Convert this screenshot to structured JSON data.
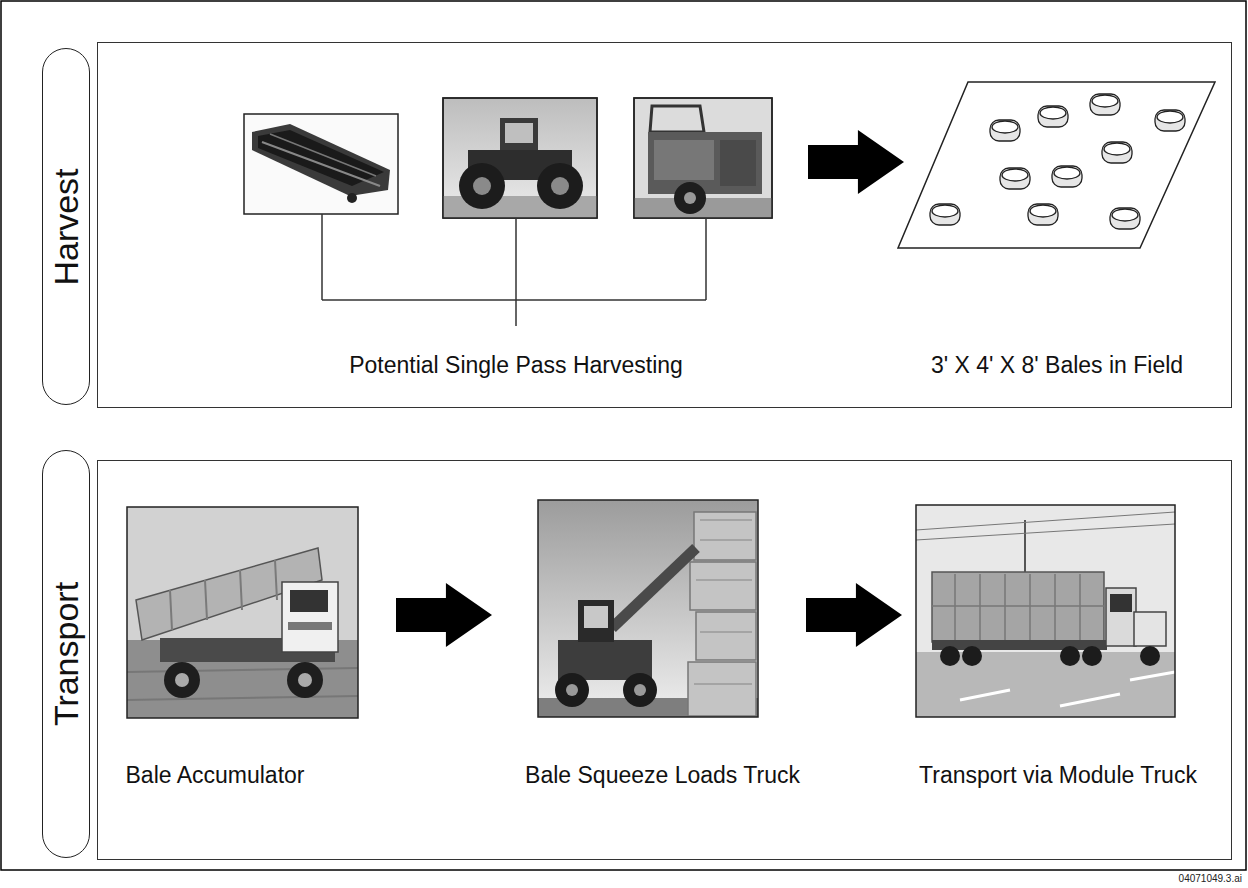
{
  "diagram": {
    "nodes": [
      {
        "text": [
          "Harvest"
        ]
      },
      {
        "text": [
          "Potential Single Pass Harvesting"
        ],
        "in": 0
      },
      {
        "text": [
          "3' X 4' X 8' Bales in Field"
        ],
        "in": 0
      },
      {
        "text": [
          "Transport"
        ]
      },
      {
        "text": [
          "Bale Accumulator"
        ],
        "in": 3
      },
      {
        "text": [
          "Bale Squeeze Loads Truck"
        ],
        "in": 3
      },
      {
        "text": [
          "Transport via Module Truck"
        ],
        "in": 3
      }
    ],
    "edges": [
      {
        "from": 1,
        "to": 2,
        "arrow": "to"
      },
      {
        "from": 4,
        "to": 5,
        "arrow": "to"
      },
      {
        "from": 5,
        "to": 6,
        "arrow": "to"
      }
    ],
    "labels": [
      "04071049.3.ai"
    ]
  }
}
